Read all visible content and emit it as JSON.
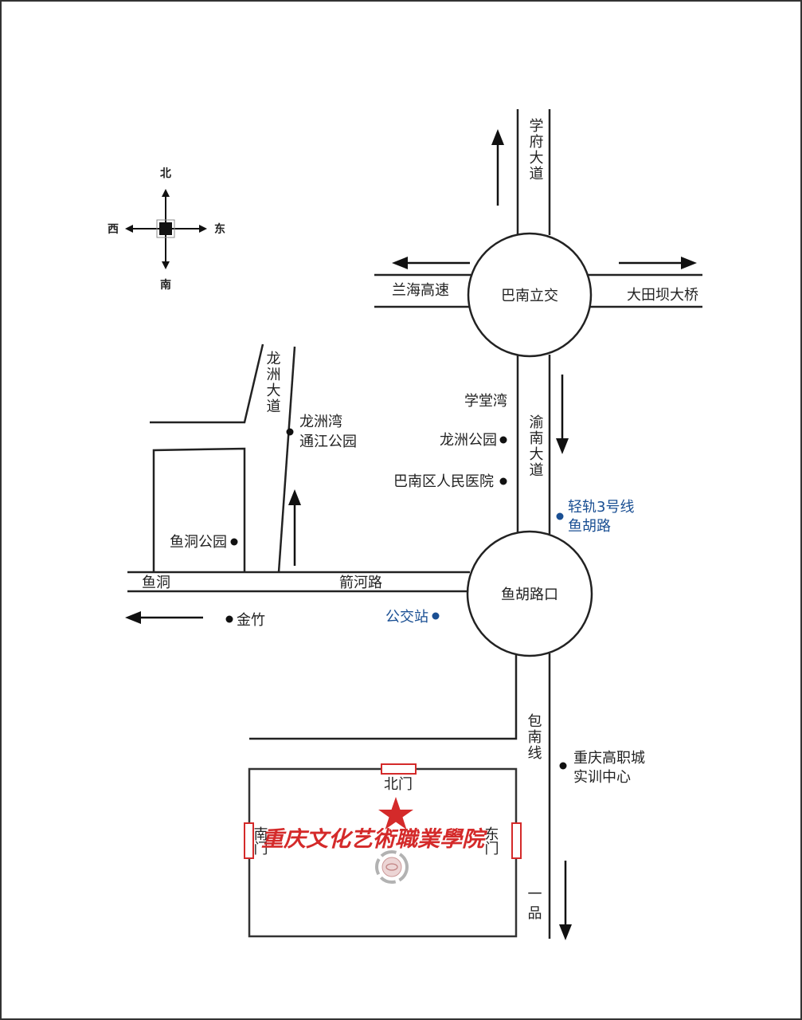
{
  "compass": {
    "north": "北",
    "south": "南",
    "east": "东",
    "west": "西"
  },
  "roads": {
    "xuefu": "学府大道",
    "lanhai": "兰海高速",
    "datianba": "大田坝大桥",
    "yunan": "渝南大道",
    "longzhou": "龙洲大道",
    "jianhe": "箭河路",
    "yudong": "鱼洞",
    "baonan": "包南线",
    "yipin": "一品"
  },
  "junctions": {
    "banan": "巴南立交",
    "yuhu": "鱼胡路口"
  },
  "places": {
    "xuetangwan": "学堂湾",
    "longzhou_park": "龙洲公园",
    "hospital": "巴南区人民医院",
    "longzhouwan_1": "龙洲湾",
    "longzhouwan_2": "通江公园",
    "yudong_park": "鱼洞公园",
    "jinzhu": "金竹",
    "training_1": "重庆高职城",
    "training_2": "实训中心"
  },
  "transit": {
    "metro_1": "轻轨3号线",
    "metro_2": "鱼胡路",
    "bus": "公交站"
  },
  "school": {
    "name": "重庆文化艺術職業學院",
    "north_gate": "北门",
    "south_gate": "南门",
    "east_gate": "东门"
  },
  "colors": {
    "school": "#d42a2a",
    "transit": "#1a4f93"
  }
}
